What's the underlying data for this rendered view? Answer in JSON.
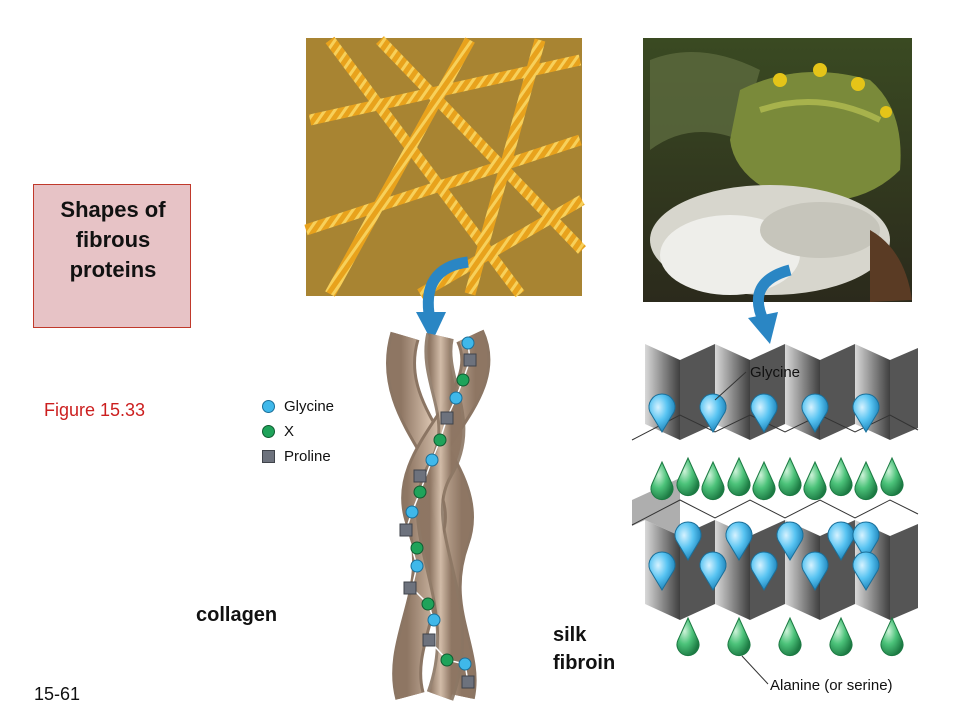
{
  "title": "Shapes of\nfibrous\nproteins",
  "figure_label": "Figure  15.33",
  "slide_number": "15-61",
  "legend": [
    {
      "label": "Glycine",
      "marker": "blue-circle",
      "color": "#3fb8ea"
    },
    {
      "label": "X",
      "marker": "green-circle",
      "color": "#1fa35a"
    },
    {
      "label": "Proline",
      "marker": "gray-square",
      "color": "#6d727d"
    }
  ],
  "collagen_label": "collagen",
  "silk_label": "silk\nfibroin",
  "sheet_labels": {
    "glycine": "Glycine",
    "alanine": "Alanine (or serine)"
  },
  "colors": {
    "title_box_fill": "#e7c3c6",
    "title_box_border": "#c0392b",
    "figure_label": "#cc1f1f",
    "arrow": "#2a86c4",
    "collagen_strand": "#b79c86",
    "glycine": "#3fb8ea",
    "alanine": "#2fae63"
  }
}
